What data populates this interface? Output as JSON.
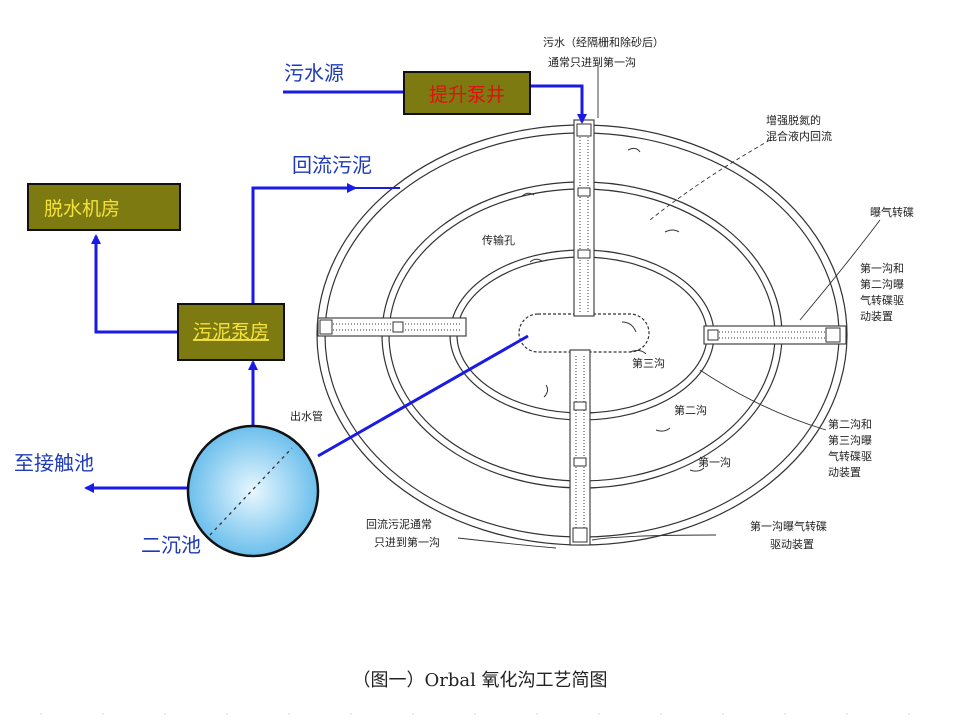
{
  "colors": {
    "flow_line": "#1a1ae6",
    "label_blue": "#1f3bb8",
    "box_fill": "#7d7a12",
    "red_text": "#e01010",
    "yellow_text": "#f5e33a",
    "clarifier_fill": "#8ed4f5"
  },
  "labels": {
    "sewage_source": "污水源",
    "return_sludge": "回流污泥",
    "to_contact_tank": "至接触池",
    "secondary_clarifier": "二沉池",
    "outlet_pipe": "出水管"
  },
  "boxes": {
    "lift_pump_well": "提升泵井",
    "dewatering_room": "脱水机房",
    "sludge_pump_room": "污泥泵房"
  },
  "annotations": {
    "sewage_note_1": "污水（经隔栅和除砂后）",
    "sewage_note_2": "通常只进到第一沟",
    "internal_recycle_1": "增强脱氮的",
    "internal_recycle_2": "混合液内回流",
    "aeration_disc": "曝气转碟",
    "drive_12_1": "第一沟和",
    "drive_12_2": "第二沟曝",
    "drive_12_3": "气转碟驱",
    "drive_12_4": "动装置",
    "transfer_hole": "传输孔",
    "channel_3": "第三沟",
    "channel_2": "第二沟",
    "channel_1": "第一沟",
    "drive_23_1": "第二沟和",
    "drive_23_2": "第三沟曝",
    "drive_23_3": "气转碟驱",
    "drive_23_4": "动装置",
    "return_note_1": "回流污泥通常",
    "return_note_2": "只进到第一沟",
    "drive_1_1": "第一沟曝气转碟",
    "drive_1_2": "驱动装置"
  },
  "caption": "（图一）Orbal 氧化沟工艺简图"
}
